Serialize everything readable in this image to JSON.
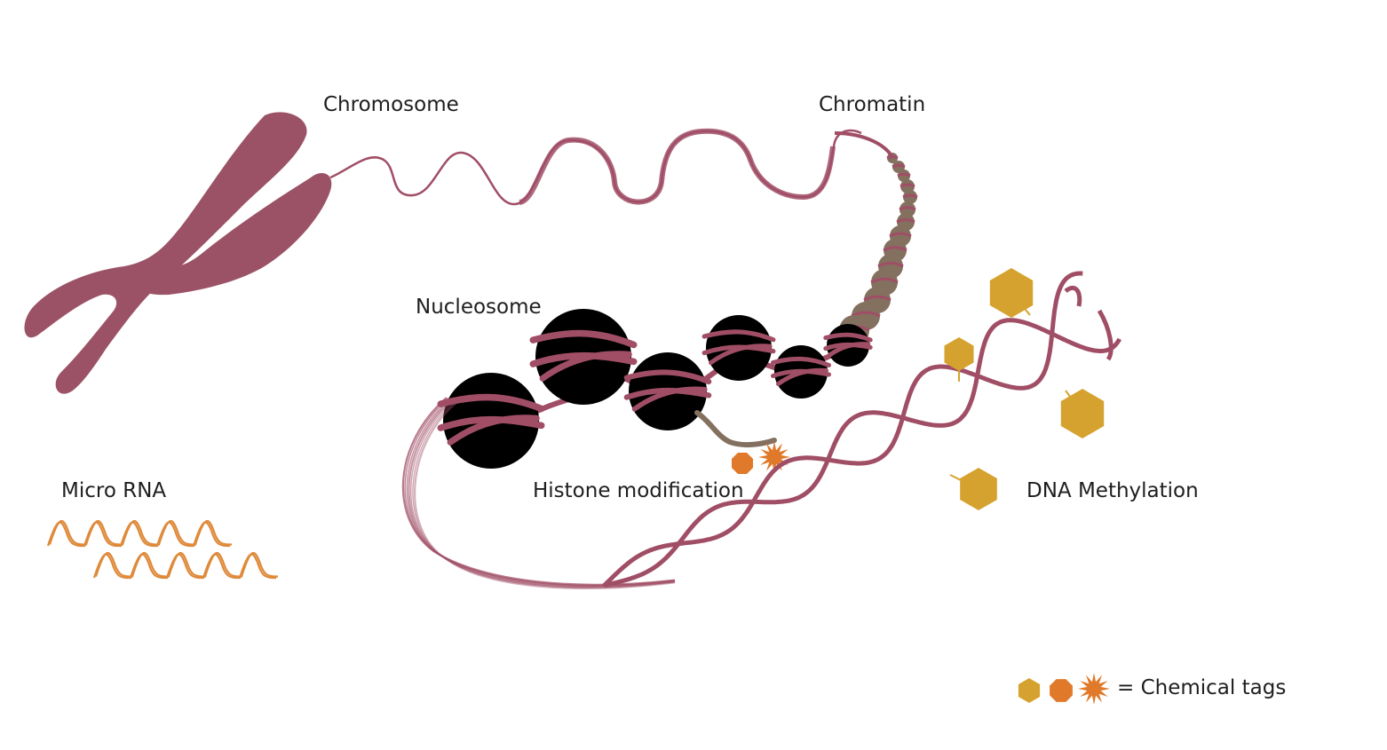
{
  "labels": {
    "chromosome": "Chromosome",
    "chromatin": "Chromatin",
    "nucleosome": "Nucleosome",
    "histone_modification": "Histone modification",
    "dna_methylation": "DNA Methylation",
    "micro_rna": "Micro RNA",
    "legend": "= Chemical tags"
  },
  "colors": {
    "chromosome": "#9b5266",
    "dna_strand": "#a04e66",
    "nucleosome": "#83705f",
    "methyl_tag": "#d6a22f",
    "histone_tag": "#e07a2a",
    "micro_rna": "#df8a3b",
    "text": "#1e1e1e"
  },
  "icons": {
    "methyl_tag": "hexagon-icon",
    "histone_tag_round": "octagon-icon",
    "histone_tag_star": "starburst-icon"
  }
}
